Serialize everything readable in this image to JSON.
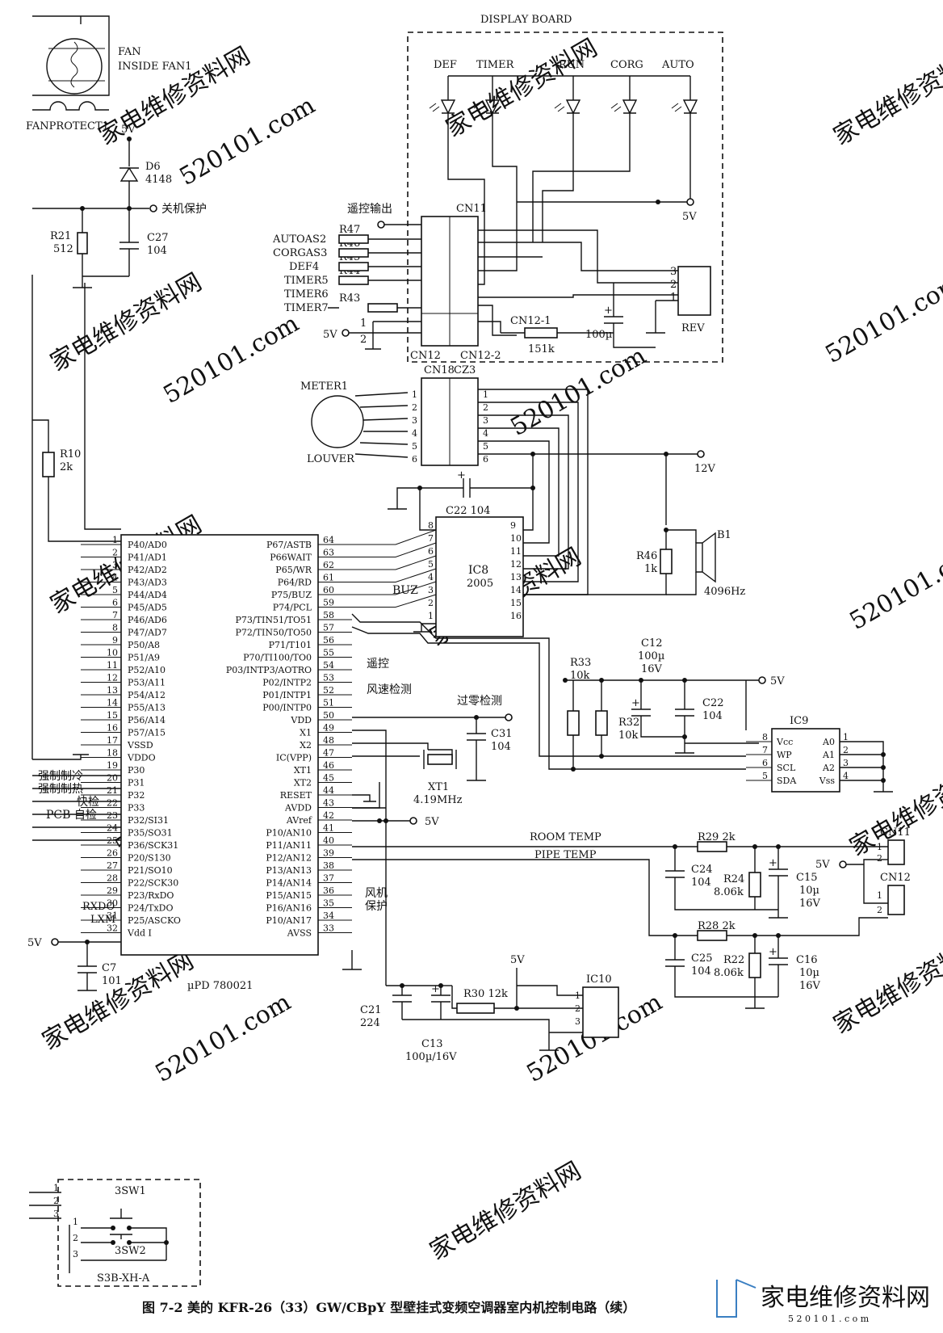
{
  "watermarks": [
    "家电维修资料网",
    "520101.com"
  ],
  "fan": {
    "label1": "FAN",
    "label2": "INSIDE FAN1",
    "protect": "FANPROTECT1"
  },
  "protect_circuit": {
    "vcc": "5V",
    "diode": "D6",
    "diode_val": "4148",
    "out": "关机保护",
    "r21": "R21",
    "r21_val": "512",
    "c27": "C27",
    "c27_val": "104"
  },
  "r10": {
    "name": "R10",
    "val": "2k"
  },
  "display_board": {
    "title": "DISPLAY BOARD",
    "leds": [
      "DEF",
      "TIMER",
      "RUN",
      "CORG",
      "AUTO"
    ],
    "vcc": "5V",
    "cn11": "CN11",
    "remote_out": "遥控输出",
    "resistors": [
      "R47",
      "R46",
      "R45",
      "R44",
      "R43"
    ],
    "signals": [
      "AUTOAS2",
      "CORGAS3",
      "DEF4",
      "TIMER5",
      "TIMER6",
      "TIMER7"
    ],
    "cn12": "CN12",
    "cn12_2": "CN12-2",
    "cn12_1": "CN12-1",
    "r151": "151k",
    "cap": "100µ",
    "rev": "REV",
    "rev_pins": [
      "3",
      "2",
      "1"
    ],
    "cn12_pins": [
      "1",
      "2"
    ],
    "cn12_vcc": "5V"
  },
  "meter": {
    "name": "METER1",
    "louver": "LOUVER",
    "cn18": "CN18",
    "cz3": "CZ3",
    "pins": [
      "1",
      "2",
      "3",
      "4",
      "5",
      "6"
    ],
    "v12": "12V"
  },
  "ic8": {
    "name": "IC8",
    "part": "2005",
    "c22": "C22 104",
    "buz": "BUZ",
    "left_pins": [
      "8",
      "7",
      "6",
      "5",
      "4",
      "3",
      "2",
      "1"
    ],
    "right_pins": [
      "9",
      "10",
      "11",
      "12",
      "13",
      "14",
      "15",
      "16"
    ]
  },
  "buzzer": {
    "name": "B1",
    "freq": "4096Hz",
    "r46": "R46",
    "r46_val": "1k"
  },
  "mcu": {
    "part": "µPD 780021",
    "left": [
      {
        "n": "1",
        "l": "P40/AD0"
      },
      {
        "n": "2",
        "l": "P41/AD1"
      },
      {
        "n": "3",
        "l": "P42/AD2"
      },
      {
        "n": "4",
        "l": "P43/AD3"
      },
      {
        "n": "5",
        "l": "P44/AD4"
      },
      {
        "n": "6",
        "l": "P45/AD5"
      },
      {
        "n": "7",
        "l": "P46/AD6"
      },
      {
        "n": "8",
        "l": "P47/AD7"
      },
      {
        "n": "9",
        "l": "P50/A8"
      },
      {
        "n": "10",
        "l": "P51/A9"
      },
      {
        "n": "11",
        "l": "P52/A10"
      },
      {
        "n": "12",
        "l": "P53/A11"
      },
      {
        "n": "13",
        "l": "P54/A12"
      },
      {
        "n": "14",
        "l": "P55/A13"
      },
      {
        "n": "15",
        "l": "P56/A14"
      },
      {
        "n": "16",
        "l": "P57/A15"
      },
      {
        "n": "17",
        "l": "VSSD"
      },
      {
        "n": "18",
        "l": "VDDO"
      },
      {
        "n": "19",
        "l": "P30"
      },
      {
        "n": "20",
        "l": "P31"
      },
      {
        "n": "21",
        "l": "P32"
      },
      {
        "n": "22",
        "l": "P33"
      },
      {
        "n": "23",
        "l": "P32/SI31"
      },
      {
        "n": "24",
        "l": "P35/SO31"
      },
      {
        "n": "25",
        "l": "P36/SCK31"
      },
      {
        "n": "26",
        "l": "P20/S130"
      },
      {
        "n": "27",
        "l": "P21/SO10"
      },
      {
        "n": "28",
        "l": "P22/SCK30"
      },
      {
        "n": "29",
        "l": "P23/RxDO"
      },
      {
        "n": "30",
        "l": "P24/TxDO"
      },
      {
        "n": "31",
        "l": "P25/ASCKO"
      },
      {
        "n": "32",
        "l": "Vdd I"
      }
    ],
    "right": [
      {
        "n": "64",
        "l": "P67/ASTB"
      },
      {
        "n": "63",
        "l": "P66WAIT"
      },
      {
        "n": "62",
        "l": "P65/WR"
      },
      {
        "n": "61",
        "l": "P64/RD"
      },
      {
        "n": "60",
        "l": "P75/BUZ"
      },
      {
        "n": "59",
        "l": "P74/PCL"
      },
      {
        "n": "58",
        "l": "P73/TIN51/TO51"
      },
      {
        "n": "57",
        "l": "P72/TIN50/TO50"
      },
      {
        "n": "56",
        "l": "P71/T101"
      },
      {
        "n": "55",
        "l": "P70/TI100/TO0"
      },
      {
        "n": "54",
        "l": "P03/INTP3/AOTRO"
      },
      {
        "n": "53",
        "l": "P02/INTP2"
      },
      {
        "n": "52",
        "l": "P01/INTP1"
      },
      {
        "n": "51",
        "l": "P00/INTP0"
      },
      {
        "n": "50",
        "l": "VDD"
      },
      {
        "n": "49",
        "l": "X1"
      },
      {
        "n": "48",
        "l": "X2"
      },
      {
        "n": "47",
        "l": "IC(VPP)"
      },
      {
        "n": "46",
        "l": "XT1"
      },
      {
        "n": "45",
        "l": "XT2"
      },
      {
        "n": "44",
        "l": "RESET"
      },
      {
        "n": "43",
        "l": "AVDD"
      },
      {
        "n": "42",
        "l": "AVref"
      },
      {
        "n": "41",
        "l": "P10/AN10"
      },
      {
        "n": "40",
        "l": "P11/AN11"
      },
      {
        "n": "39",
        "l": "P12/AN12"
      },
      {
        "n": "38",
        "l": "P13/AN13"
      },
      {
        "n": "37",
        "l": "P14/AN14"
      },
      {
        "n": "36",
        "l": "P15/AN15"
      },
      {
        "n": "35",
        "l": "P16/AN16"
      },
      {
        "n": "34",
        "l": "P10/AN17"
      },
      {
        "n": "33",
        "l": "AVSS"
      }
    ],
    "left_signals": [
      "强制制冷",
      "强制制热",
      "快检",
      "PCB 自检"
    ],
    "rxdo": "RXDO",
    "lxm": "LXM",
    "right_signals": {
      "remote": "遥控",
      "fan_speed": "风速检测",
      "zero_cross": "过零检测",
      "fan_protect": "风机",
      "fan_protect2": "保护"
    },
    "vcc": "5V",
    "c7": "C7",
    "c7_val": "101",
    "c31": "C31",
    "c31_val": "104",
    "xt1": "XT1",
    "xt1_val": "4.19MHz",
    "avref_v": "5V"
  },
  "eeprom": {
    "name": "IC9",
    "r33": "R33",
    "r33_val": "10k",
    "r32": "R32",
    "r32_val": "10k",
    "c12": "C12",
    "c12_val": "100µ",
    "c12_v": "16V",
    "c22": "C22",
    "c22_val": "104",
    "vcc": "5V",
    "left_pins": [
      {
        "n": "8",
        "l": "Vcc"
      },
      {
        "n": "7",
        "l": "WP"
      },
      {
        "n": "6",
        "l": "SCL"
      },
      {
        "n": "5",
        "l": "SDA"
      }
    ],
    "right_pins": [
      {
        "n": "1",
        "l": "A0"
      },
      {
        "n": "2",
        "l": "A1"
      },
      {
        "n": "3",
        "l": "A2"
      },
      {
        "n": "4",
        "l": "Vss"
      }
    ]
  },
  "temp": {
    "room": "ROOM TEMP",
    "pipe": "PIPE TEMP",
    "r29": "R29 2k",
    "r28": "R28 2k",
    "c24": "C24",
    "c24_val": "104",
    "r24": "R24",
    "r24_val": "8.06k",
    "c15": "C15",
    "c15_val": "10µ",
    "c15_v": "16V",
    "c25": "C25",
    "c25_val": "104",
    "r22": "R22",
    "r22_val": "8.06k",
    "c16": "C16",
    "c16_val": "10µ",
    "c16_v": "16V",
    "cn11": "CN11",
    "cn12": "CN12",
    "vcc": "5V",
    "pins": [
      "1",
      "2"
    ]
  },
  "reset_ic": {
    "name": "IC10",
    "vcc": "5V",
    "r30": "R30 12k",
    "c21": "C21",
    "c21_val": "224",
    "c13": "C13",
    "c13_val": "100µ/16V",
    "pins": [
      "1",
      "2",
      "3"
    ]
  },
  "switch": {
    "sw1": "3SW1",
    "sw2": "3SW2",
    "conn": "S3B-XH-A",
    "pins": [
      "1",
      "2",
      "3"
    ],
    "pins2": [
      "1",
      "2",
      "3"
    ]
  },
  "caption": "图 7-2   美的 KFR-26（33）GW/CBpY 型壁挂式变频空调器室内机控制电路（续）",
  "logo": {
    "cn": "家电维修资料网",
    "en": "5 2 0 1 0 1 . c o m"
  }
}
